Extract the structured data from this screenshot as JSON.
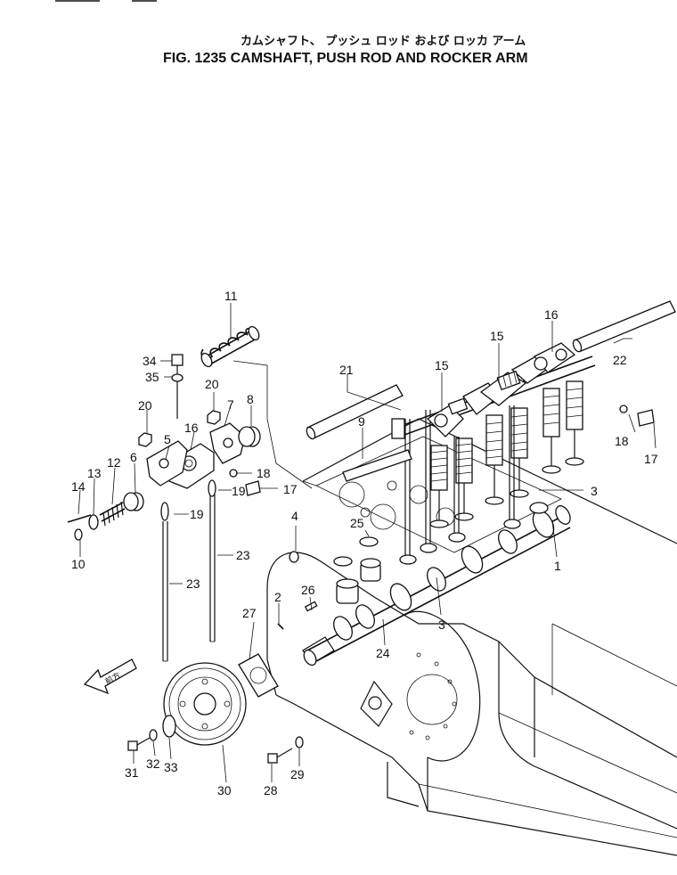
{
  "title": {
    "japanese": "カムシャフト、 プッシュ ロッド および ロッカ アーム",
    "english": "FIG. 1235  CAMSHAFT, PUSH ROD AND ROCKER ARM"
  },
  "direction_label": "前方",
  "callouts": [
    {
      "id": "c11",
      "label": "11"
    },
    {
      "id": "c16a",
      "label": "16"
    },
    {
      "id": "c15a",
      "label": "15"
    },
    {
      "id": "c15b",
      "label": "15"
    },
    {
      "id": "c21",
      "label": "21"
    },
    {
      "id": "c22",
      "label": "22"
    },
    {
      "id": "c34",
      "label": "34"
    },
    {
      "id": "c35",
      "label": "35"
    },
    {
      "id": "c20a",
      "label": "20"
    },
    {
      "id": "c20b",
      "label": "20"
    },
    {
      "id": "c8",
      "label": "8"
    },
    {
      "id": "c7",
      "label": "7"
    },
    {
      "id": "c9",
      "label": "9"
    },
    {
      "id": "c16b",
      "label": "16"
    },
    {
      "id": "c5",
      "label": "5"
    },
    {
      "id": "c6",
      "label": "6"
    },
    {
      "id": "c12",
      "label": "12"
    },
    {
      "id": "c13",
      "label": "13"
    },
    {
      "id": "c14",
      "label": "14"
    },
    {
      "id": "c10",
      "label": "10"
    },
    {
      "id": "c18a",
      "label": "18"
    },
    {
      "id": "c19a",
      "label": "19"
    },
    {
      "id": "c19b",
      "label": "19"
    },
    {
      "id": "c17a",
      "label": "17"
    },
    {
      "id": "c18b",
      "label": "18"
    },
    {
      "id": "c17b",
      "label": "17"
    },
    {
      "id": "c3a",
      "label": "3"
    },
    {
      "id": "c4",
      "label": "4"
    },
    {
      "id": "c25",
      "label": "25"
    },
    {
      "id": "c23a",
      "label": "23"
    },
    {
      "id": "c23b",
      "label": "23"
    },
    {
      "id": "c1",
      "label": "1"
    },
    {
      "id": "c2",
      "label": "2"
    },
    {
      "id": "c26",
      "label": "26"
    },
    {
      "id": "c27",
      "label": "27"
    },
    {
      "id": "c3b",
      "label": "3"
    },
    {
      "id": "c24",
      "label": "24"
    },
    {
      "id": "c31",
      "label": "31"
    },
    {
      "id": "c32",
      "label": "32"
    },
    {
      "id": "c33",
      "label": "33"
    },
    {
      "id": "c30",
      "label": "30"
    },
    {
      "id": "c28",
      "label": "28"
    },
    {
      "id": "c29",
      "label": "29"
    }
  ]
}
